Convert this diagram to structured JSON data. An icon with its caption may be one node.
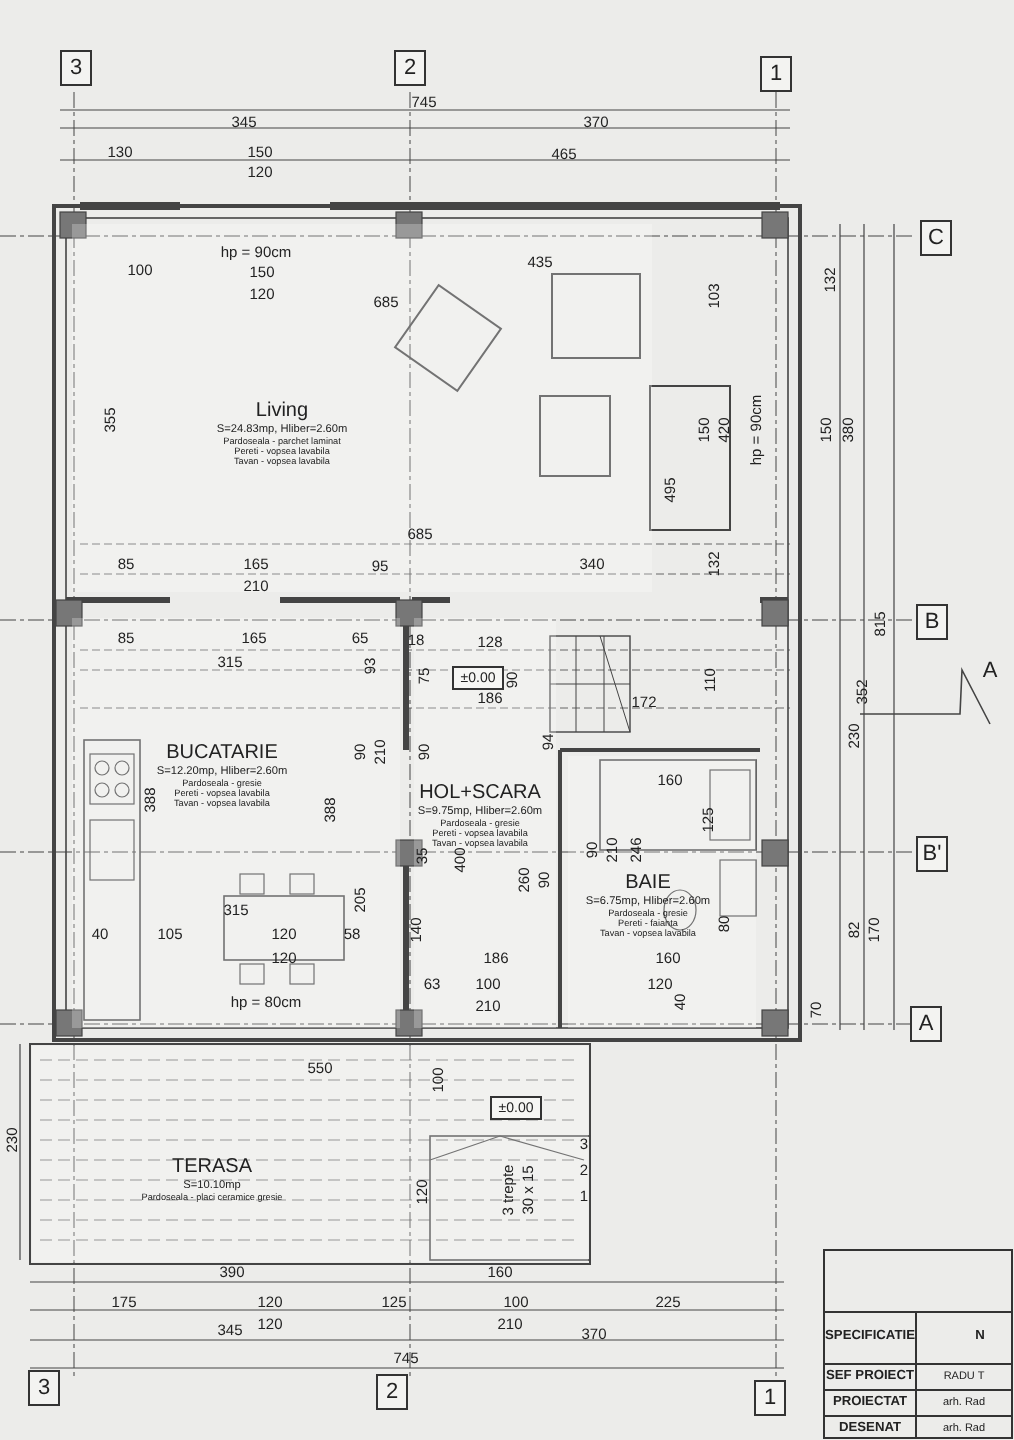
{
  "diagram": {
    "nodes": [
      {
        "text": [
          "3"
        ]
      },
      {
        "text": [
          "2"
        ]
      },
      {
        "text": [
          "1"
        ]
      },
      {
        "text": [
          "C"
        ]
      },
      {
        "text": [
          "Living",
          "S=24.83mp, Hliber=2.60m",
          "Pardoseala - parchet laminat",
          "Pereti - vopsea lavabila",
          "Tavan - vopsea lavabila"
        ]
      },
      {
        "text": [
          "B"
        ]
      },
      {
        "text": [
          "±0.00"
        ],
        "in": 8
      },
      {
        "text": [
          "BUCATARIE",
          "S=12.20mp, Hliber=2.60m",
          "Pardoseala - gresie",
          "Pereti - vopsea lavabila",
          "Tavan - vopsea lavabila"
        ]
      },
      {
        "text": [
          "HOL+SCARA",
          "S=9.75mp, Hliber=2.60m",
          "Pardoseala - gresie",
          "Pereti - vopsea lavabila",
          "Tavan - vopsea lavabila"
        ]
      },
      {
        "text": [
          "B'"
        ]
      },
      {
        "text": [
          "BAIE",
          "S=6.75mp, Hliber=2.60m",
          "Pardoseala - gresie",
          "Pereti - faianta",
          "Tavan - vopsea lavabila"
        ]
      },
      {
        "text": [
          "A"
        ]
      },
      {
        "text": [
          "±0.00"
        ],
        "in": 13
      },
      {
        "text": [
          "TERASA",
          "S=10.10mp",
          "Pardoseala - placi ceramice gresie"
        ]
      },
      {
        "text": [
          "3"
        ]
      },
      {
        "text": [
          "2"
        ]
      },
      {
        "text": [
          "1"
        ]
      }
    ],
    "edges": [],
    "labels": [
      "745",
      "345",
      "370",
      "130",
      "150",
      "120",
      "465",
      "hp = 90cm",
      "100",
      "150",
      "435",
      "103",
      "132",
      "120",
      "685",
      "355",
      "150",
      "420",
      "hp = 90cm",
      "150",
      "380",
      "495",
      "685",
      "85",
      "165",
      "95",
      "340",
      "132",
      "210",
      "815",
      "85",
      "165",
      "65",
      "18",
      "128",
      "A",
      "315",
      "93",
      "75",
      "90",
      "110",
      "352",
      "186",
      "172",
      "230",
      "90",
      "210",
      "90",
      "160",
      "94",
      "388",
      "388",
      "35",
      "125",
      "400",
      "260",
      "90",
      "90",
      "210",
      "246",
      "205",
      "315",
      "40",
      "105",
      "120",
      "58",
      "140",
      "80",
      "82",
      "170",
      "120",
      "186",
      "160",
      "63",
      "100",
      "120",
      "hp = 80cm",
      "210",
      "40",
      "70",
      "550",
      "100",
      "230",
      "3 trepte",
      "30 x 15",
      "3",
      "2",
      "1",
      "120",
      "390",
      "160",
      "175",
      "120",
      "125",
      "100",
      "225",
      "120",
      "345",
      "210",
      "370",
      "745",
      "SPECIFICATIE",
      "N",
      "SEF PROIECT",
      "RADU T",
      "PROIECTAT",
      "arh. Rad",
      "DESENAT",
      "arh. Rad"
    ]
  }
}
